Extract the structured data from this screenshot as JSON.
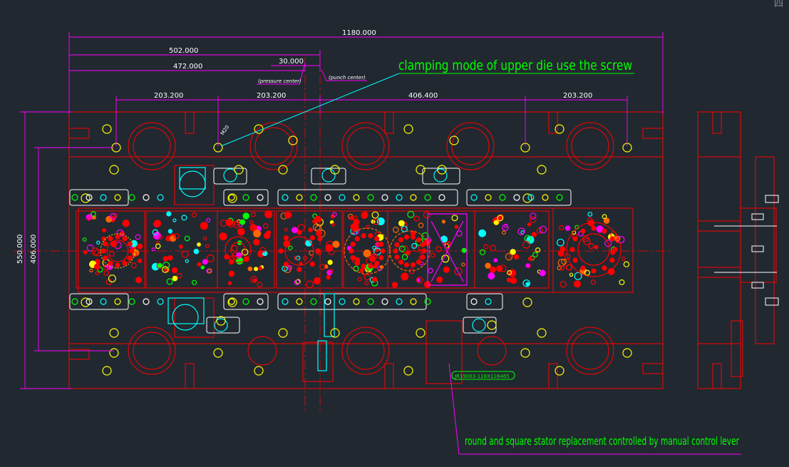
{
  "dimensions": {
    "overall": "1180.000",
    "d502": "502.000",
    "d472": "472.000",
    "d30": "30.000",
    "pitch1": "203.200",
    "pitch2": "203.200",
    "pitch3": "406.400",
    "pitch4": "203.200",
    "height_outer": "550.000",
    "height_inner": "406.000"
  },
  "labels": {
    "pressure_center": "(pressure center)",
    "punch_center": "(punch center)",
    "m20": "M20",
    "part_no": "JR19003-118X118465",
    "corner_char": "四"
  },
  "annotations": {
    "screw_note": "clamping mode of upper die use the screw",
    "lever_note": "round and square stator replacement controlled by manual control lever"
  },
  "colors": {
    "background": "#212830",
    "outline": "#ff0000",
    "dimension": "#ff00ff",
    "annotation": "#00ff00",
    "leader": "#00ffff",
    "hole": "#ffff00",
    "guide": "#00ffff"
  }
}
